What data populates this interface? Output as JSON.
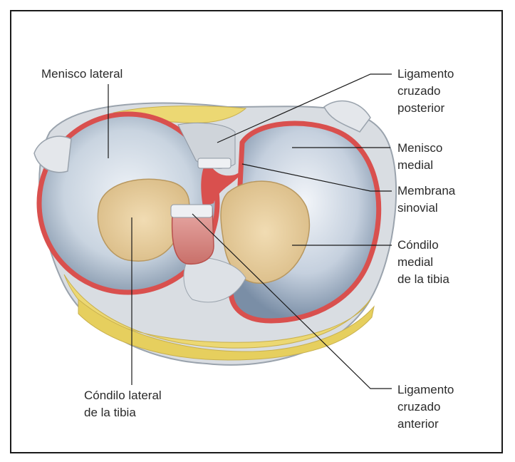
{
  "labels": {
    "menisco_lateral": "Menisco lateral",
    "lig_cruzado_posterior": [
      "Ligamento",
      "cruzado",
      "posterior"
    ],
    "menisco_medial": [
      "Menisco",
      "medial"
    ],
    "membrana_sinovial": [
      "Membrana",
      "sinovial"
    ],
    "condilo_medial": [
      "Cóndilo",
      "medial",
      "de la tibia"
    ],
    "condilo_lateral": [
      "Cóndilo lateral",
      "de la tibia"
    ],
    "lig_cruzado_anterior": [
      "Ligamento",
      "cruzado",
      "anterior"
    ]
  },
  "colors": {
    "ligament_red": "#d9504e",
    "meniscus_blue": "#c9d4e0",
    "condyle_tan": "#e8cf9f",
    "fat_yellow": "#ecd873",
    "capsule_gray": "#d9dde2"
  }
}
